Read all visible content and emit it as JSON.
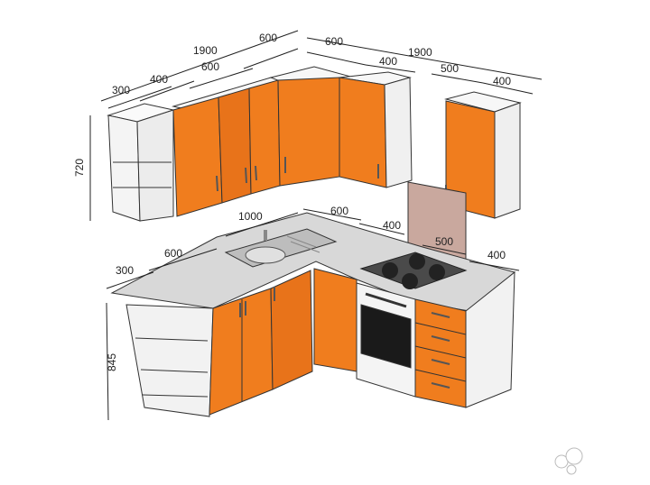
{
  "dimensions": {
    "top_left_total": "1900",
    "top_left_corner": "600",
    "top_right_corner": "600",
    "top_right_total": "1900",
    "upper_left_shelf": "300",
    "upper_left_small": "400",
    "upper_left_mid": "600",
    "upper_right_small": "400",
    "upper_right_mid": "500",
    "upper_right_end": "400",
    "upper_height": "720",
    "base_sink_run": "1000",
    "base_corner": "600",
    "base_stove": "400",
    "base_splash": "500",
    "base_right_end": "400",
    "base_left_shelf": "300",
    "base_left_mid": "600",
    "base_height": "845"
  },
  "watermark": {
    "brand": "Avito"
  },
  "colors": {
    "door": "#f07d1e",
    "door_dark": "#d9650b",
    "carcass": "#f2f2f2",
    "counter": "#d6d6d6",
    "splash": "#c9a89e",
    "oven": "#1a1a1a"
  }
}
